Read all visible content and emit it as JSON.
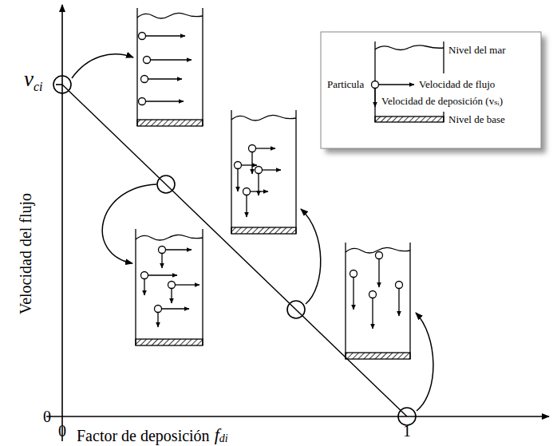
{
  "diagram": {
    "labels": [
      "v",
      "ci",
      "0",
      "0",
      "1",
      "Velocidad del flujo",
      "Factor de deposición",
      "f",
      "di"
    ],
    "legend": [
      {
        "text": "Nivel del mar"
      },
      {
        "text": "Particula"
      },
      {
        "text": "Velocidad de flujo"
      },
      {
        "text": "Velocidad de deposición (vₛᵢ)"
      },
      {
        "text": "Nivel de base"
      }
    ]
  }
}
